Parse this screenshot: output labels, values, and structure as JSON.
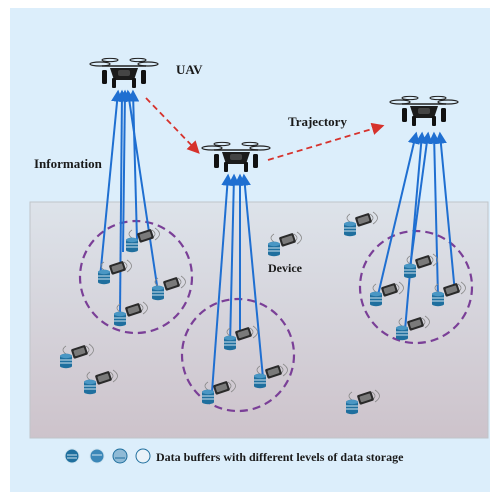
{
  "labels": {
    "uav": "UAV",
    "trajectory": "Trajectory",
    "information": "Information",
    "device": "Device",
    "legend": "Data buffers with different levels of data storage"
  },
  "colors": {
    "sky": "#dceefb",
    "ground_top": "#d9dee6",
    "ground_bottom": "#cfc6cd",
    "link_line": "#1f6fd1",
    "trajectory_arrow": "#d6322c",
    "cluster_circle": "#7a3f97",
    "buffer_fill": "#1f6f9e",
    "buffer_light": "#cfe3ef"
  },
  "icons": [
    "uav-drone-icon",
    "iot-device-icon",
    "data-buffer-icon",
    "wireless-signal-icon"
  ]
}
